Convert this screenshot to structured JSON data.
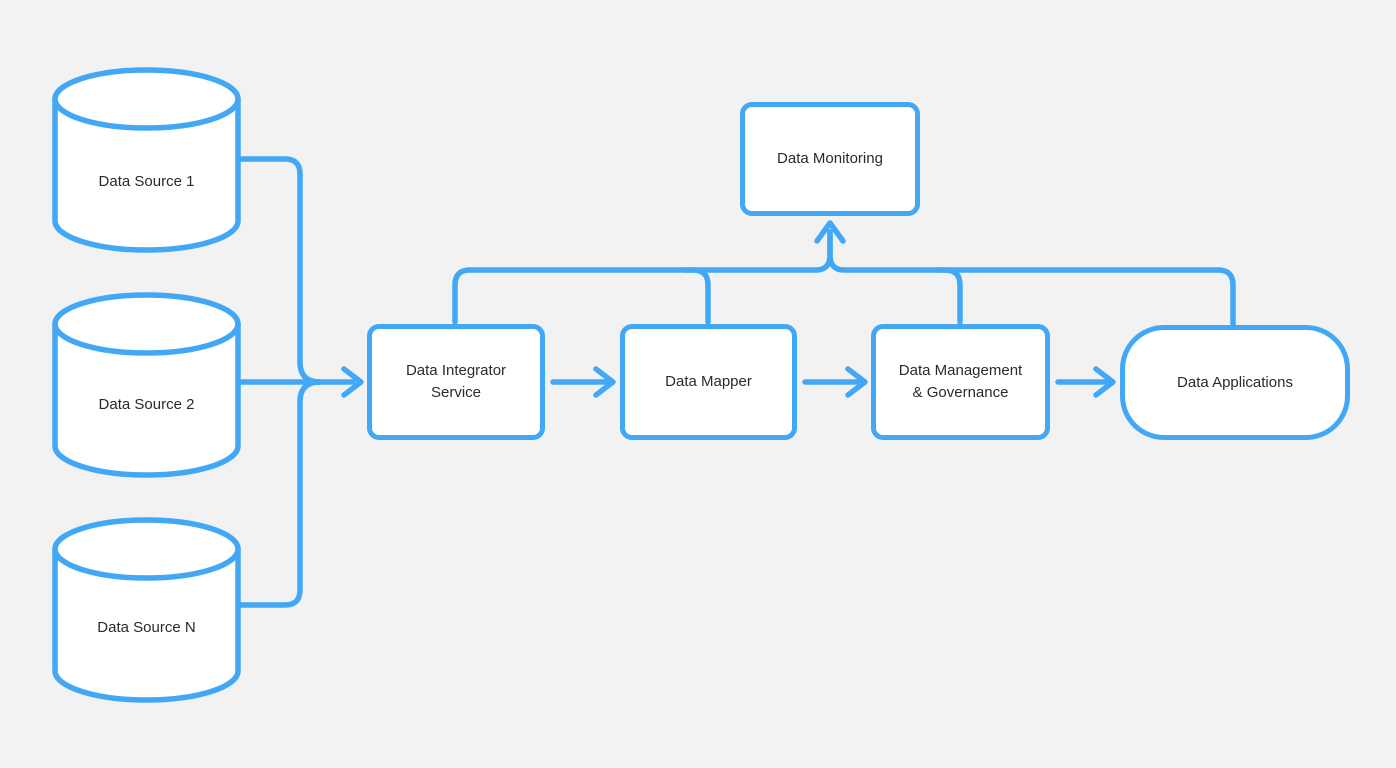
{
  "diagram": {
    "colors": {
      "background": "#f2f2f3",
      "accent": "#42a7f5",
      "node_fill": "#ffffff",
      "text": "#2b2b2b"
    },
    "sources": [
      {
        "label": "Data Source 1"
      },
      {
        "label": "Data Source 2"
      },
      {
        "label": "Data Source N"
      }
    ],
    "pipeline": [
      {
        "label": "Data Integrator\nService"
      },
      {
        "label": "Data Mapper"
      },
      {
        "label": "Data Management\n& Governance"
      },
      {
        "label": "Data Applications"
      }
    ],
    "monitoring": {
      "label": "Data Monitoring"
    }
  }
}
